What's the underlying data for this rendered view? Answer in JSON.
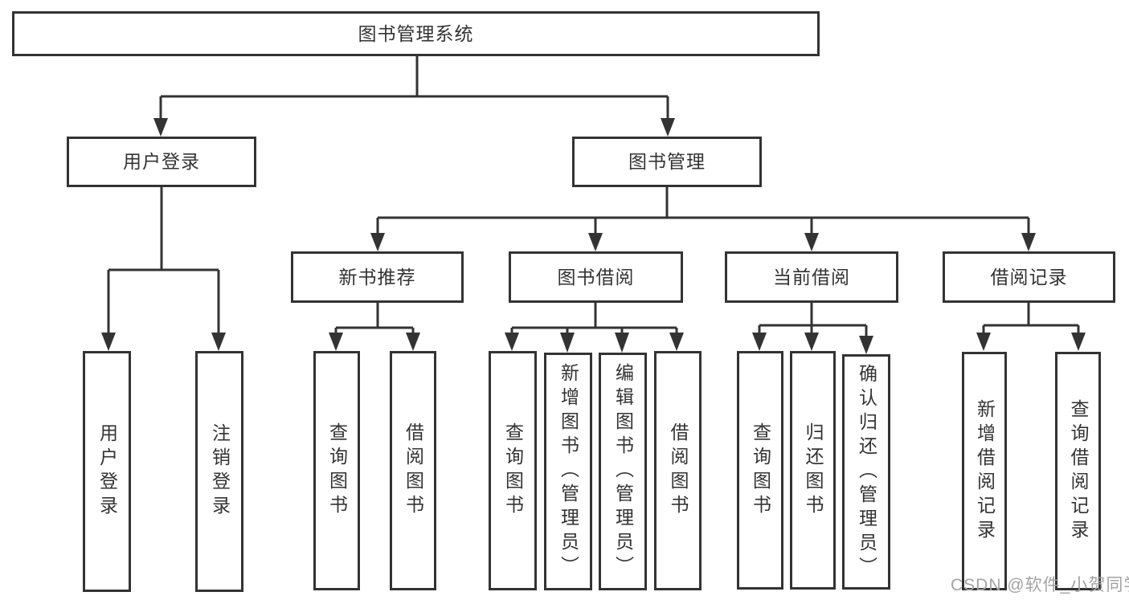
{
  "diagram": {
    "root": "图书管理系统",
    "branches": [
      {
        "label": "用户登录",
        "children": [
          "用户登录",
          "注销登录"
        ]
      },
      {
        "label": "图书管理",
        "sections": [
          {
            "label": "新书推荐",
            "children": [
              "查询图书",
              "借阅图书"
            ]
          },
          {
            "label": "图书借阅",
            "children": [
              "查询图书",
              "新增图书（管理员）",
              "编辑图书（管理员）",
              "借阅图书"
            ]
          },
          {
            "label": "当前借阅",
            "children": [
              "查询图书",
              "归还图书",
              "确认归还（管理员）"
            ]
          },
          {
            "label": "借阅记录",
            "children": [
              "新增借阅记录",
              "查询借阅记录"
            ]
          }
        ]
      }
    ]
  },
  "watermark": "CSDN @软件_小贺同学",
  "colors": {
    "line": "#333333",
    "text": "#333333",
    "watermark": "#a3a3a3",
    "background": "#ffffff"
  }
}
